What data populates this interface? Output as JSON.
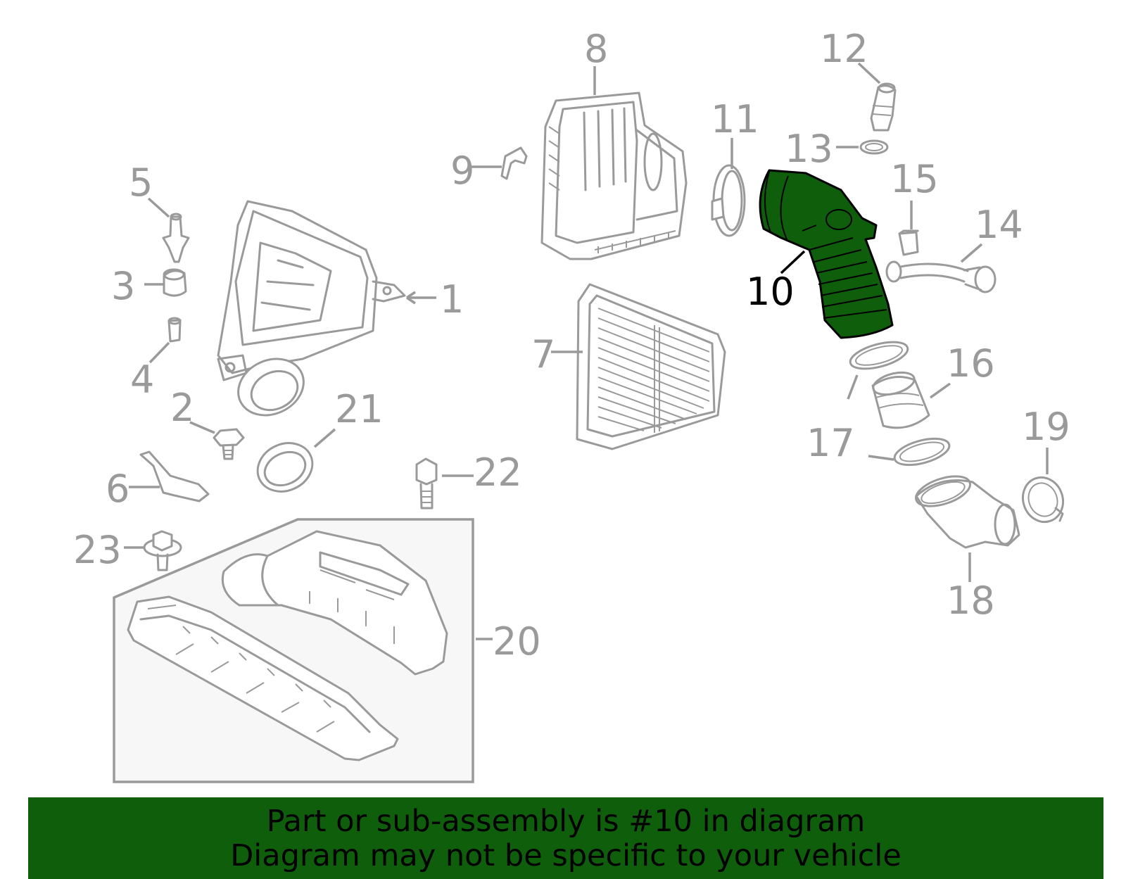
{
  "callouts": [
    {
      "id": "1",
      "label": "1"
    },
    {
      "id": "2",
      "label": "2"
    },
    {
      "id": "3",
      "label": "3"
    },
    {
      "id": "4",
      "label": "4"
    },
    {
      "id": "5",
      "label": "5"
    },
    {
      "id": "6",
      "label": "6"
    },
    {
      "id": "7",
      "label": "7"
    },
    {
      "id": "8",
      "label": "8"
    },
    {
      "id": "9",
      "label": "9"
    },
    {
      "id": "10",
      "label": "10"
    },
    {
      "id": "11",
      "label": "11"
    },
    {
      "id": "12",
      "label": "12"
    },
    {
      "id": "13",
      "label": "13"
    },
    {
      "id": "14",
      "label": "14"
    },
    {
      "id": "15",
      "label": "15"
    },
    {
      "id": "16",
      "label": "16"
    },
    {
      "id": "17",
      "label": "17"
    },
    {
      "id": "18",
      "label": "18"
    },
    {
      "id": "19",
      "label": "19"
    },
    {
      "id": "20",
      "label": "20"
    },
    {
      "id": "21",
      "label": "21"
    },
    {
      "id": "22",
      "label": "22"
    },
    {
      "id": "23",
      "label": "23"
    }
  ],
  "highlighted_part": "10",
  "colors": {
    "highlight": "#0f5e0b",
    "part_stroke": "#9a9a9a",
    "callout_text": "#9a9a9a",
    "highlight_text": "#000000"
  },
  "banner": {
    "line1": "Part or sub-assembly is #10 in diagram",
    "line2": "Diagram may not be specific to your vehicle"
  }
}
